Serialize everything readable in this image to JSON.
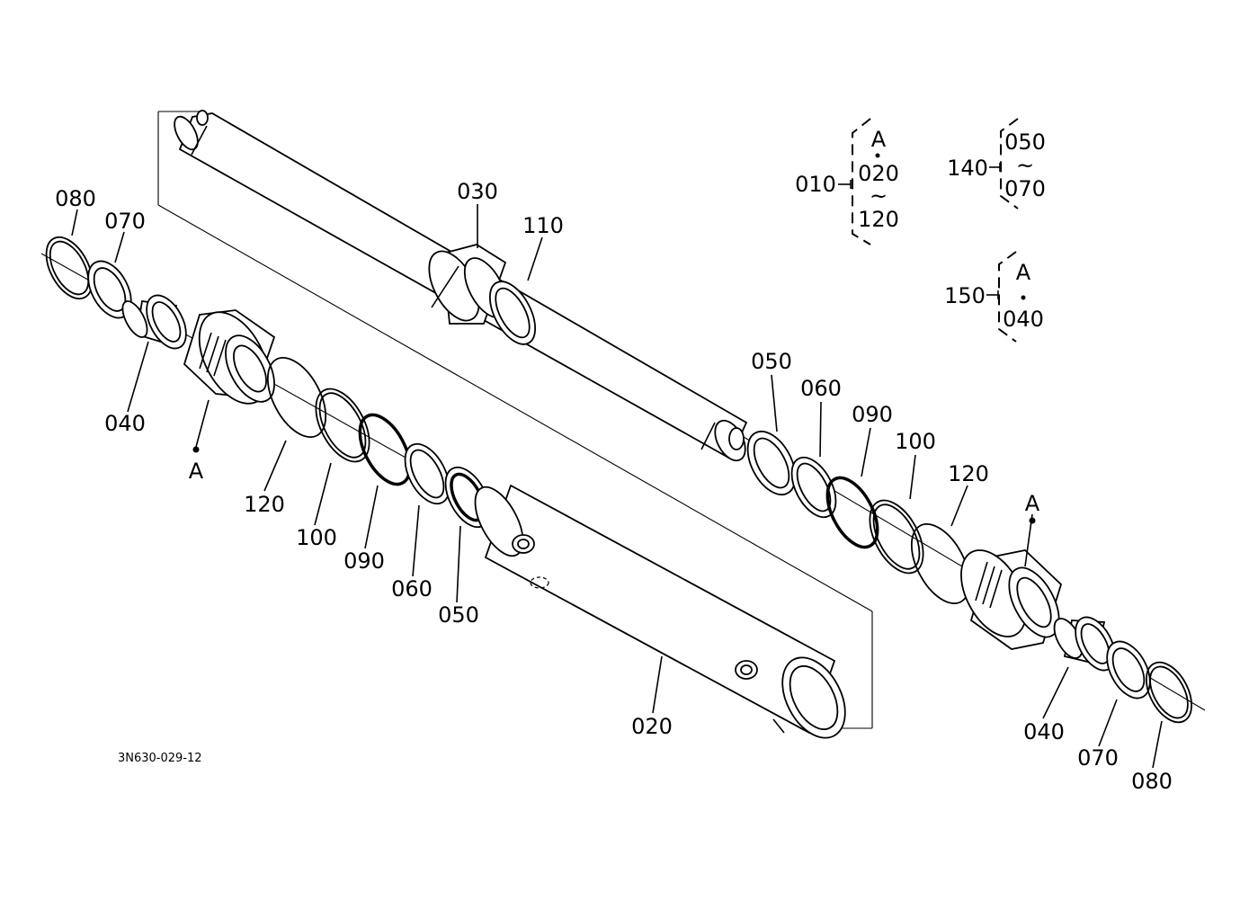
{
  "drawing_id": "3N630-029-12",
  "callouts": {
    "l080": "080",
    "l070": "070",
    "l040": "040",
    "lA": "A",
    "l120": "120",
    "l100": "100",
    "l090": "090",
    "l060": "060",
    "l050": "050",
    "l030": "030",
    "l110": "110",
    "l020": "020",
    "r050": "050",
    "r060": "060",
    "r090": "090",
    "r100": "100",
    "r120": "120",
    "rA": "A",
    "r040": "040",
    "r070": "070",
    "r080": "080"
  },
  "groups": {
    "g010": {
      "code": "010",
      "top": "A",
      "mid": "020",
      "tilde": "~",
      "bottom": "120"
    },
    "g140": {
      "code": "140",
      "top": "050",
      "tilde": "~",
      "bottom": "070"
    },
    "g150": {
      "code": "150",
      "top": "A",
      "bottom": "040"
    }
  }
}
